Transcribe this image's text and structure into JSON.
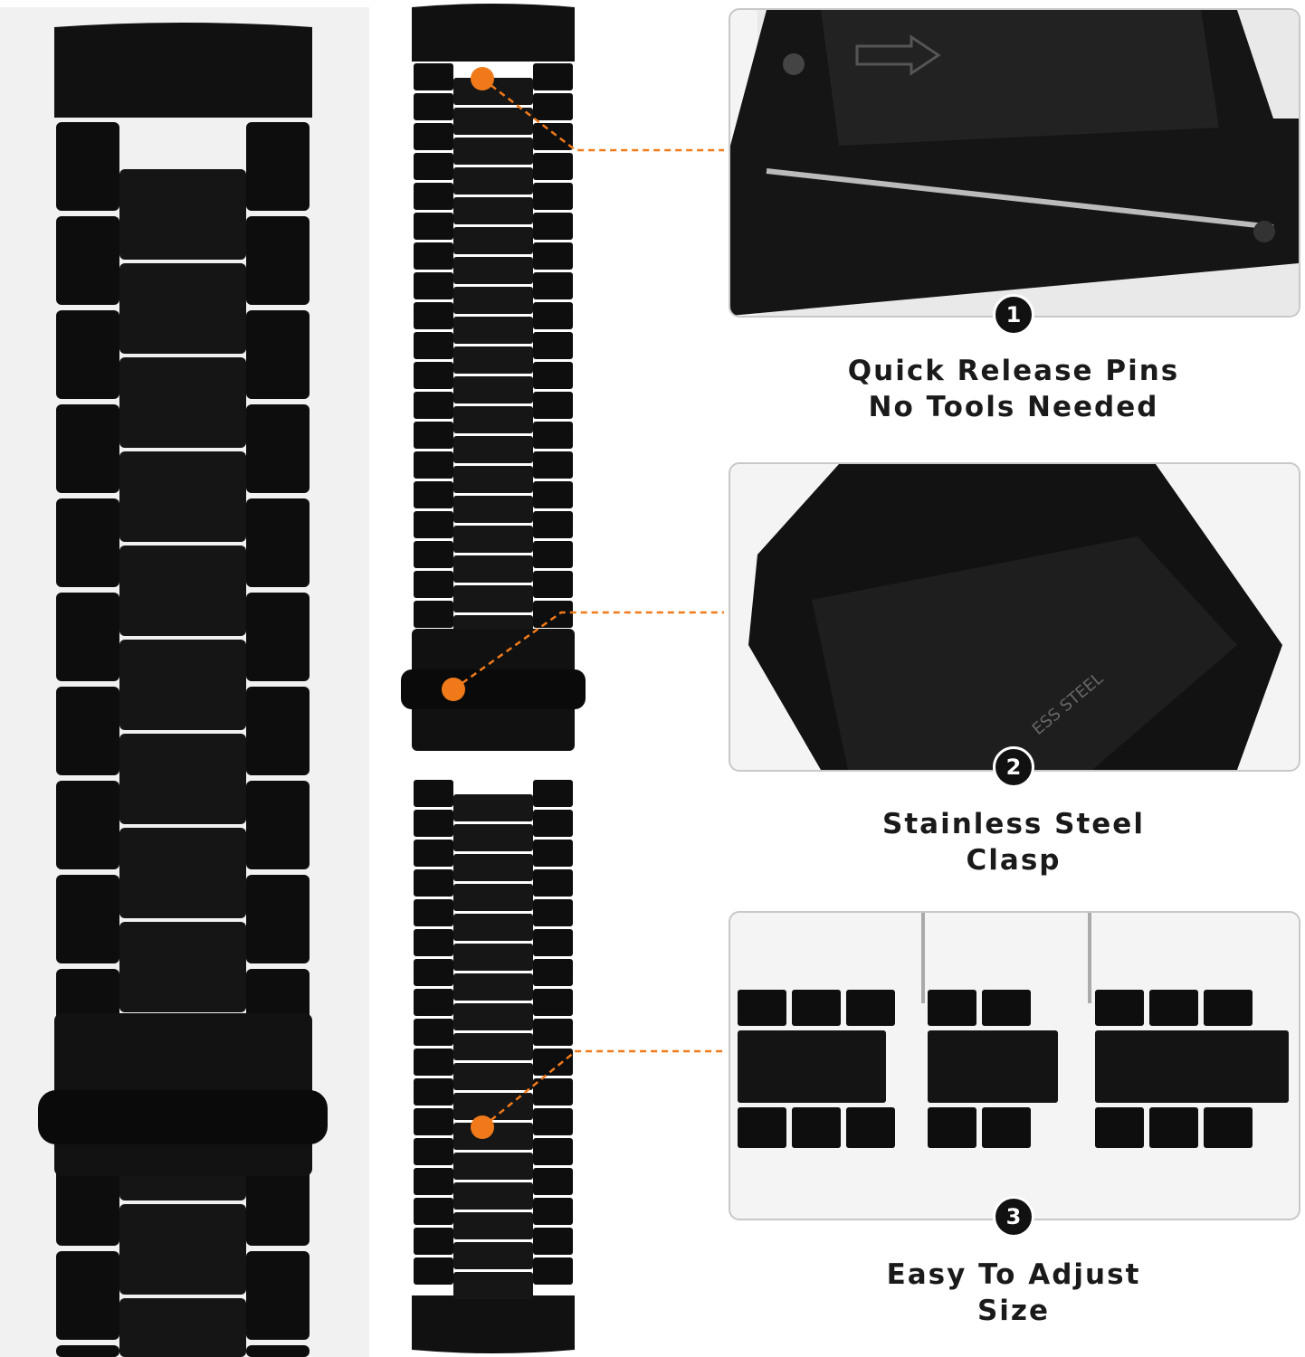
{
  "features": [
    {
      "number": "1",
      "line1": "Quick Release Pins",
      "line2": "No Tools Needed"
    },
    {
      "number": "2",
      "line1": "Stainless Steel",
      "line2": "Clasp"
    },
    {
      "number": "3",
      "line1": "Easy To Adjust",
      "line2": "Size"
    }
  ],
  "clasp_engraving": "ESS STEEL",
  "colors": {
    "accent": "#f07a1a",
    "band": "#111111",
    "panel": "#f1f1f1"
  }
}
